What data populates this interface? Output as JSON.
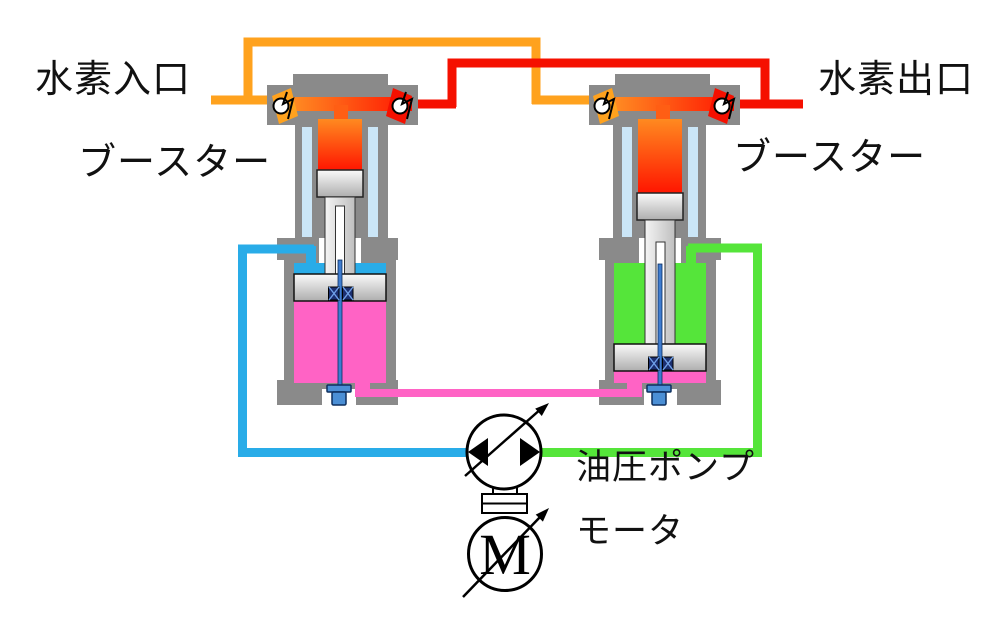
{
  "diagram": {
    "labels": {
      "hydrogen_inlet": "水素入口",
      "hydrogen_outlet": "水素出口",
      "booster_left": "ブースター",
      "booster_right": "ブースター",
      "hydraulic_pump": "油圧ポンプ",
      "motor": "モータ",
      "motor_symbol": "M"
    },
    "colors": {
      "hydrogen_inlet_orange": "#FFA21E",
      "hydrogen_outlet_red": "#F51000",
      "oil_blue": "#29ACE8",
      "oil_green": "#55E53A",
      "oil_pink": "#FF63C5",
      "body_gray": "#8A8A8A",
      "slot_pale_blue": "#CBE6F7",
      "seal_navy": "#1C2F70",
      "rod_blue": "#3E7CD0",
      "fitting_blue": "#4B8FD5"
    }
  }
}
